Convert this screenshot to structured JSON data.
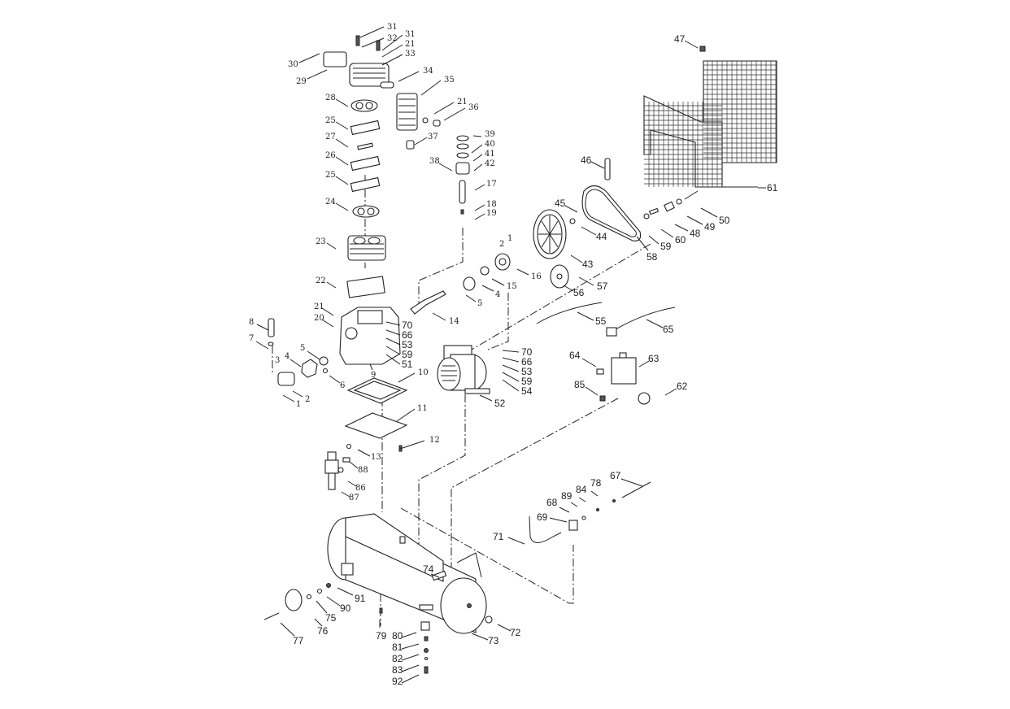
{
  "title": "Air compressor exploded parts diagram",
  "part_labels": [
    "31",
    "32",
    "31",
    "21",
    "33",
    "30",
    "29",
    "34",
    "35",
    "21",
    "36",
    "28",
    "25",
    "27",
    "26",
    "25",
    "24",
    "37",
    "39",
    "40",
    "41",
    "42",
    "38",
    "17",
    "18",
    "19",
    "23",
    "22",
    "21",
    "20",
    "8",
    "7",
    "3",
    "4",
    "5",
    "6",
    "2",
    "1",
    "9",
    "70",
    "66",
    "53",
    "59",
    "51",
    "14",
    "5",
    "4",
    "15",
    "16",
    "1",
    "2",
    "10",
    "11",
    "12",
    "13",
    "88",
    "86",
    "87",
    "70",
    "66",
    "53",
    "59",
    "54",
    "52",
    "46",
    "45",
    "44",
    "43",
    "58",
    "59",
    "60",
    "48",
    "49",
    "50",
    "57",
    "56",
    "55",
    "65",
    "47",
    "61",
    "64",
    "63",
    "85",
    "62",
    "67",
    "78",
    "84",
    "89",
    "68",
    "69",
    "71",
    "74",
    "91",
    "90",
    "75",
    "76",
    "77",
    "79",
    "80",
    "81",
    "82",
    "83",
    "92",
    "73",
    "72"
  ]
}
